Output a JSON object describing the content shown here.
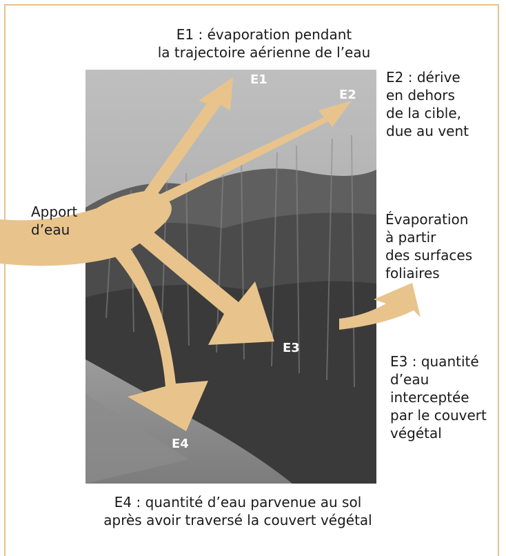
{
  "figure": {
    "e1_caption": [
      "E1 : évaporation pendant",
      "la trajectoire aérienne de l’eau"
    ],
    "e2_caption": [
      "E2 : dérive",
      "en dehors",
      "de la cible,",
      "due au vent"
    ],
    "input_caption": [
      "Apport",
      "d’eau"
    ],
    "leaf_evap_caption": [
      "Évaporation",
      "à partir",
      "des surfaces",
      "foliaires"
    ],
    "e3_caption": [
      "E3 : quantité",
      "d’eau",
      "interceptée",
      "par le couvert",
      "végétal"
    ],
    "e4_caption": [
      "E4 : quantité d’eau parvenue au sol",
      "après avoir traversé la couvert végétal"
    ],
    "arrow_labels": {
      "e1": "E1",
      "e2": "E2",
      "e3": "E3",
      "e4": "E4"
    },
    "colors": {
      "arrow": "#e8c48c",
      "frame": "#e7c08f",
      "label": "#ffffff",
      "text": "#1a1a1a"
    }
  }
}
